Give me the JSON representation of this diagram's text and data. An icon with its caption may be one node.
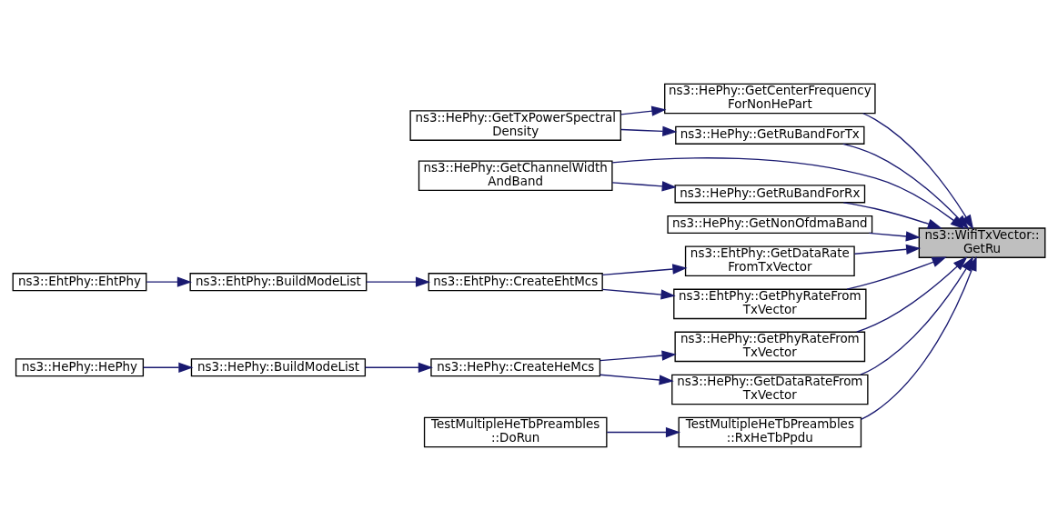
{
  "diagram": {
    "nodes": [
      {
        "text": [
          "ns3::WifiTxVector:: GetRu"
        ]
      },
      {
        "text": [
          "ns3::HePhy::GetCenterFrequency ForNonHePart"
        ]
      },
      {
        "text": [
          "ns3::HePhy::GetRuBandForTx"
        ]
      },
      {
        "text": [
          "ns3::HePhy::GetRuBandForRx"
        ]
      },
      {
        "text": [
          "ns3::HePhy::GetChannelWidth AndBand"
        ]
      },
      {
        "text": [
          "ns3::HePhy::GetNonOfdmaBand"
        ]
      },
      {
        "text": [
          "ns3::EhtPhy::GetDataRate FromTxVector"
        ]
      },
      {
        "text": [
          "ns3::EhtPhy::GetPhyRateFrom TxVector"
        ]
      },
      {
        "text": [
          "ns3::HePhy::GetPhyRateFrom TxVector"
        ]
      },
      {
        "text": [
          "ns3::HePhy::GetDataRateFrom TxVector"
        ]
      },
      {
        "text": [
          "TestMultipleHeTbPreambles ::RxHeTbPpdu"
        ]
      },
      {
        "text": [
          "ns3::HePhy::GetTxPowerSpectral Density"
        ]
      },
      {
        "text": [
          "ns3::EhtPhy::CreateEhtMcs"
        ]
      },
      {
        "text": [
          "ns3::EhtPhy::BuildModeList"
        ]
      },
      {
        "text": [
          "ns3::EhtPhy::EhtPhy"
        ]
      },
      {
        "text": [
          "ns3::HePhy::CreateHeMcs"
        ]
      },
      {
        "text": [
          "ns3::HePhy::BuildModeList"
        ]
      },
      {
        "text": [
          "ns3::HePhy::HePhy"
        ]
      },
      {
        "text": [
          "TestMultipleHeTbPreambles ::DoRun"
        ]
      }
    ],
    "edges": [
      {
        "from": 1,
        "to": 0,
        "arrow": "to"
      },
      {
        "from": 2,
        "to": 0,
        "arrow": "to"
      },
      {
        "from": 3,
        "to": 0,
        "arrow": "to"
      },
      {
        "from": 4,
        "to": 0,
        "arrow": "to"
      },
      {
        "from": 5,
        "to": 0,
        "arrow": "to"
      },
      {
        "from": 6,
        "to": 0,
        "arrow": "to"
      },
      {
        "from": 7,
        "to": 0,
        "arrow": "to"
      },
      {
        "from": 8,
        "to": 0,
        "arrow": "to"
      },
      {
        "from": 9,
        "to": 0,
        "arrow": "to"
      },
      {
        "from": 10,
        "to": 0,
        "arrow": "to"
      },
      {
        "from": 11,
        "to": 1,
        "arrow": "to"
      },
      {
        "from": 11,
        "to": 2,
        "arrow": "to"
      },
      {
        "from": 4,
        "to": 3,
        "arrow": "to"
      },
      {
        "from": 12,
        "to": 6,
        "arrow": "to"
      },
      {
        "from": 12,
        "to": 7,
        "arrow": "to"
      },
      {
        "from": 13,
        "to": 12,
        "arrow": "to"
      },
      {
        "from": 14,
        "to": 13,
        "arrow": "to"
      },
      {
        "from": 15,
        "to": 8,
        "arrow": "to"
      },
      {
        "from": 15,
        "to": 9,
        "arrow": "to"
      },
      {
        "from": 16,
        "to": 15,
        "arrow": "to"
      },
      {
        "from": 17,
        "to": 16,
        "arrow": "to"
      },
      {
        "from": 18,
        "to": 10,
        "arrow": "to"
      }
    ]
  }
}
